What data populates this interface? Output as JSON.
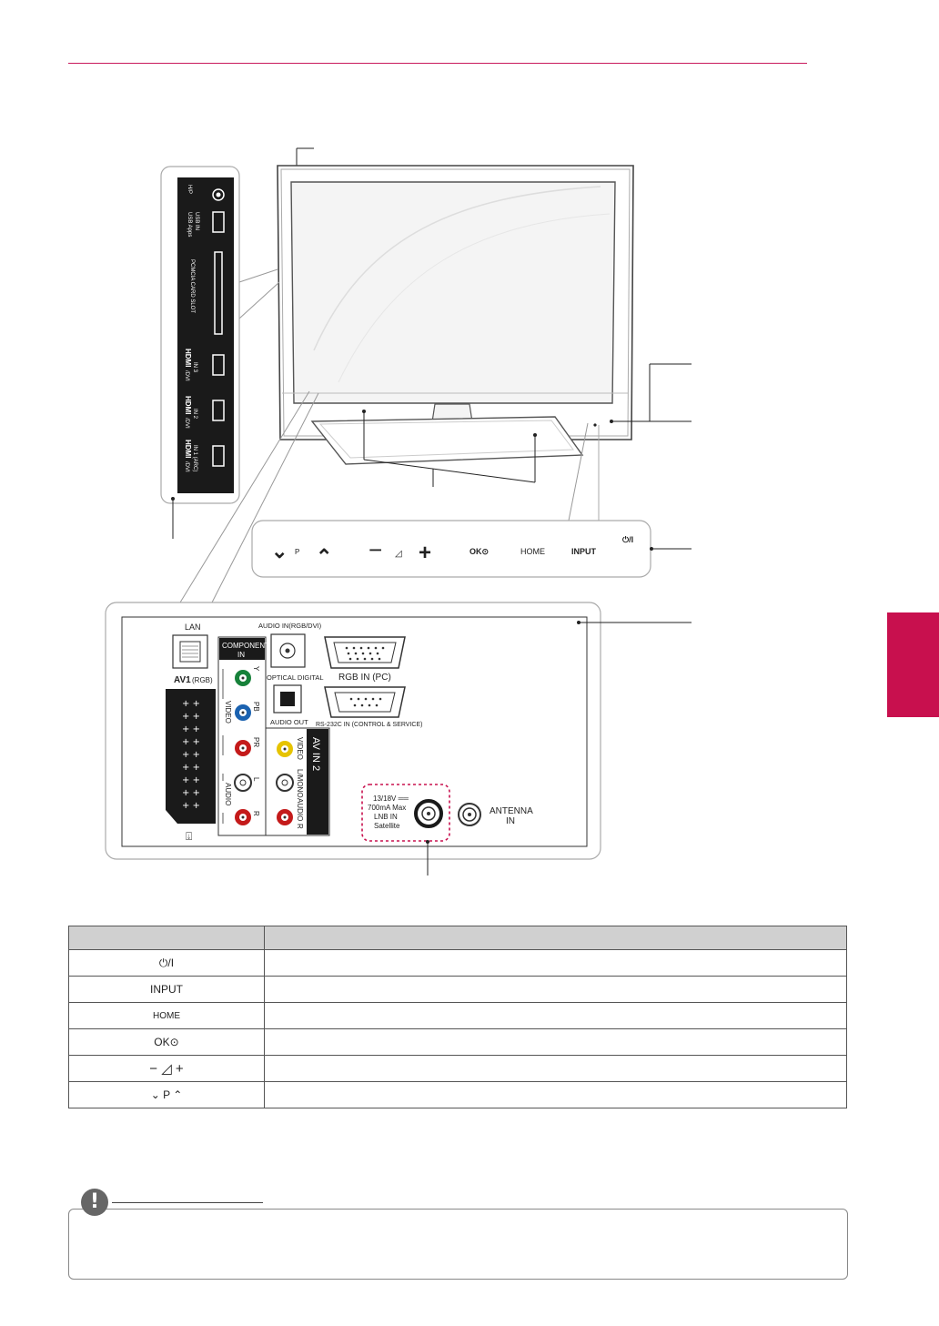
{
  "colors": {
    "accent": "#c8104e",
    "rca_green": "#17813a",
    "rca_blue": "#1b62b0",
    "rca_red": "#c41a1a",
    "rca_yellow": "#e6c300"
  },
  "side_panel": {
    "headphone": "H/P",
    "usb": "USB Apps",
    "usb_in": "USB IN",
    "pcmcia": "PCMCIA CARD SLOT",
    "hdmi3_logo": "HDMI",
    "hdmi3_suffix": "/DVI",
    "hdmi3_in": "IN 3",
    "hdmi2_logo": "HDMI",
    "hdmi2_suffix": "/DVI",
    "hdmi2_in": "IN 2",
    "hdmi1_logo": "HDMI",
    "hdmi1_suffix": "/DVI",
    "hdmi1_in": "IN 1 (ARC)"
  },
  "front_buttons": {
    "down": "⌄",
    "p": "P",
    "up": "⌃",
    "minus": "−",
    "vol": "◿",
    "plus": "+",
    "ok": "OK⊙",
    "home": "HOME",
    "input": "INPUT",
    "power": "⏻/I"
  },
  "rear_panel": {
    "lan": "LAN",
    "av1": "AV1",
    "av1_sub": "(RGB)",
    "component_in_1": "COMPONENT",
    "component_in_2": "IN",
    "y": "Y",
    "pb": "PB",
    "pr": "PR",
    "video_vertical": "VIDEO",
    "l": "L",
    "r": "R",
    "audio_vertical": "AUDIO",
    "audio_in": "AUDIO IN(RGB/DVI)",
    "optical": "OPTICAL DIGITAL",
    "audio_out": "AUDIO OUT",
    "rgb_in": "RGB IN (PC)",
    "rs232": "RS-232C IN (CONTROL & SERVICE)",
    "av_in2": "AV IN 2",
    "av_video": "VIDEO",
    "av_lmono": "L/MONO",
    "av_audio": "AUDIO",
    "av_r": "R",
    "lnb_1": "13/18V ══",
    "lnb_2": "700mA Max",
    "lnb_3": "LNB IN",
    "lnb_4": "Satellite",
    "antenna_1": "ANTENNA",
    "antenna_2": "IN"
  },
  "table": {
    "rows": [
      {
        "symbol": "⏻/I",
        "description": ""
      },
      {
        "symbol": "INPUT",
        "description": ""
      },
      {
        "symbol": "HOME",
        "description": ""
      },
      {
        "symbol": "OK⊙",
        "description": ""
      },
      {
        "symbol": "−  ◿  +",
        "description": ""
      },
      {
        "symbol": "⌄   P   ⌃",
        "description": ""
      }
    ]
  },
  "note": {
    "icon": "!",
    "text": ""
  }
}
